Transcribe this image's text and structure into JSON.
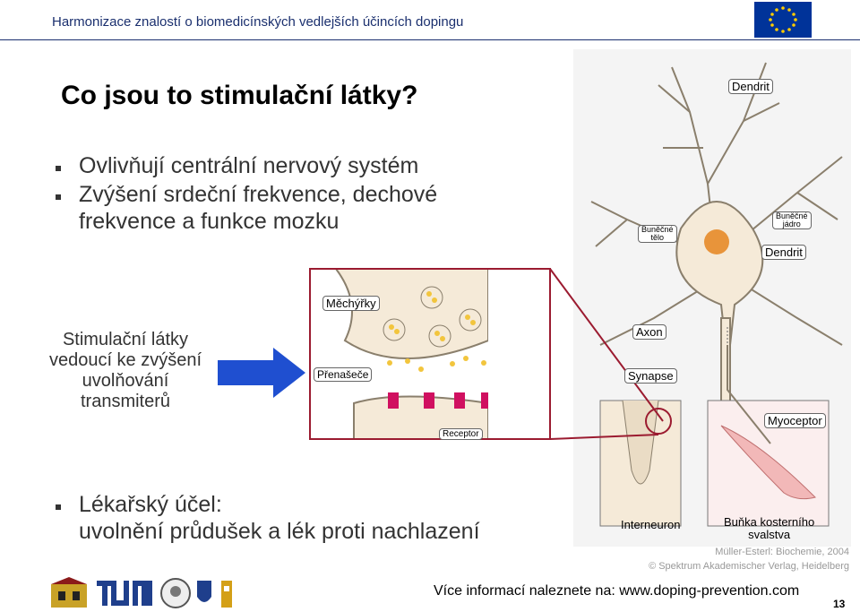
{
  "header": {
    "title": "Harmonizace znalostí o biomedicínských vedlejších účincích dopingu"
  },
  "slide": {
    "title": "Co jsou to stimulační látky?",
    "bullets": [
      "Ovlivňují centrální nervový systém",
      "Zvýšení srdeční frekvence, dechové",
      "frekvence a funkce mozku"
    ],
    "side_text": [
      "Stimulační látky",
      "vedoucí ke zvýšení",
      "uvolňování",
      "transmiterů"
    ],
    "bottom_bullet": [
      "Lékařský účel:",
      "uvolnění průdušek a lék proti nachlazení"
    ]
  },
  "diagram": {
    "labels": {
      "dendrit_top": "Dendrit",
      "bunecne_telo": [
        "Buněčné",
        "tělo"
      ],
      "bunecne_jadro": [
        "Buněčné",
        "jádro"
      ],
      "dendrit_mid": "Dendrit",
      "mechyrky": "Měchýřky",
      "prenasece": "Přenašeče",
      "receptor": "Receptor",
      "axon": "Axon",
      "synapse": "Synapse",
      "myoceptor": "Myoceptor",
      "interneuron": "Interneuron",
      "bunka_kosterniho": [
        "Buňka kosterního",
        "svalstva"
      ]
    },
    "credit": [
      "Müller-Esterl: Biochemie, 2004",
      "© Spektrum Akademischer Verlag, Heidelberg"
    ]
  },
  "footer": {
    "info": "Více informací naleznete na: www.doping-prevention.com",
    "page_number": "13"
  },
  "colors": {
    "header_blue": "#1a2f6e",
    "eu_blue": "#003399",
    "eu_star": "#ffcc00",
    "arrow_blue": "#1f4fd0",
    "neuron_fill": "#f5ead8",
    "nucleus": "#e8943a",
    "frame_red": "#9b1b30",
    "receptor_pink": "#d01060",
    "vesicle_yellow": "#f2c53d"
  },
  "icons": [
    "eu-flag-icon",
    "univ-logo-icon",
    "tum-logo-icon",
    "seal-logo-icon",
    "shield-logo-icon",
    "tower-logo-icon"
  ]
}
